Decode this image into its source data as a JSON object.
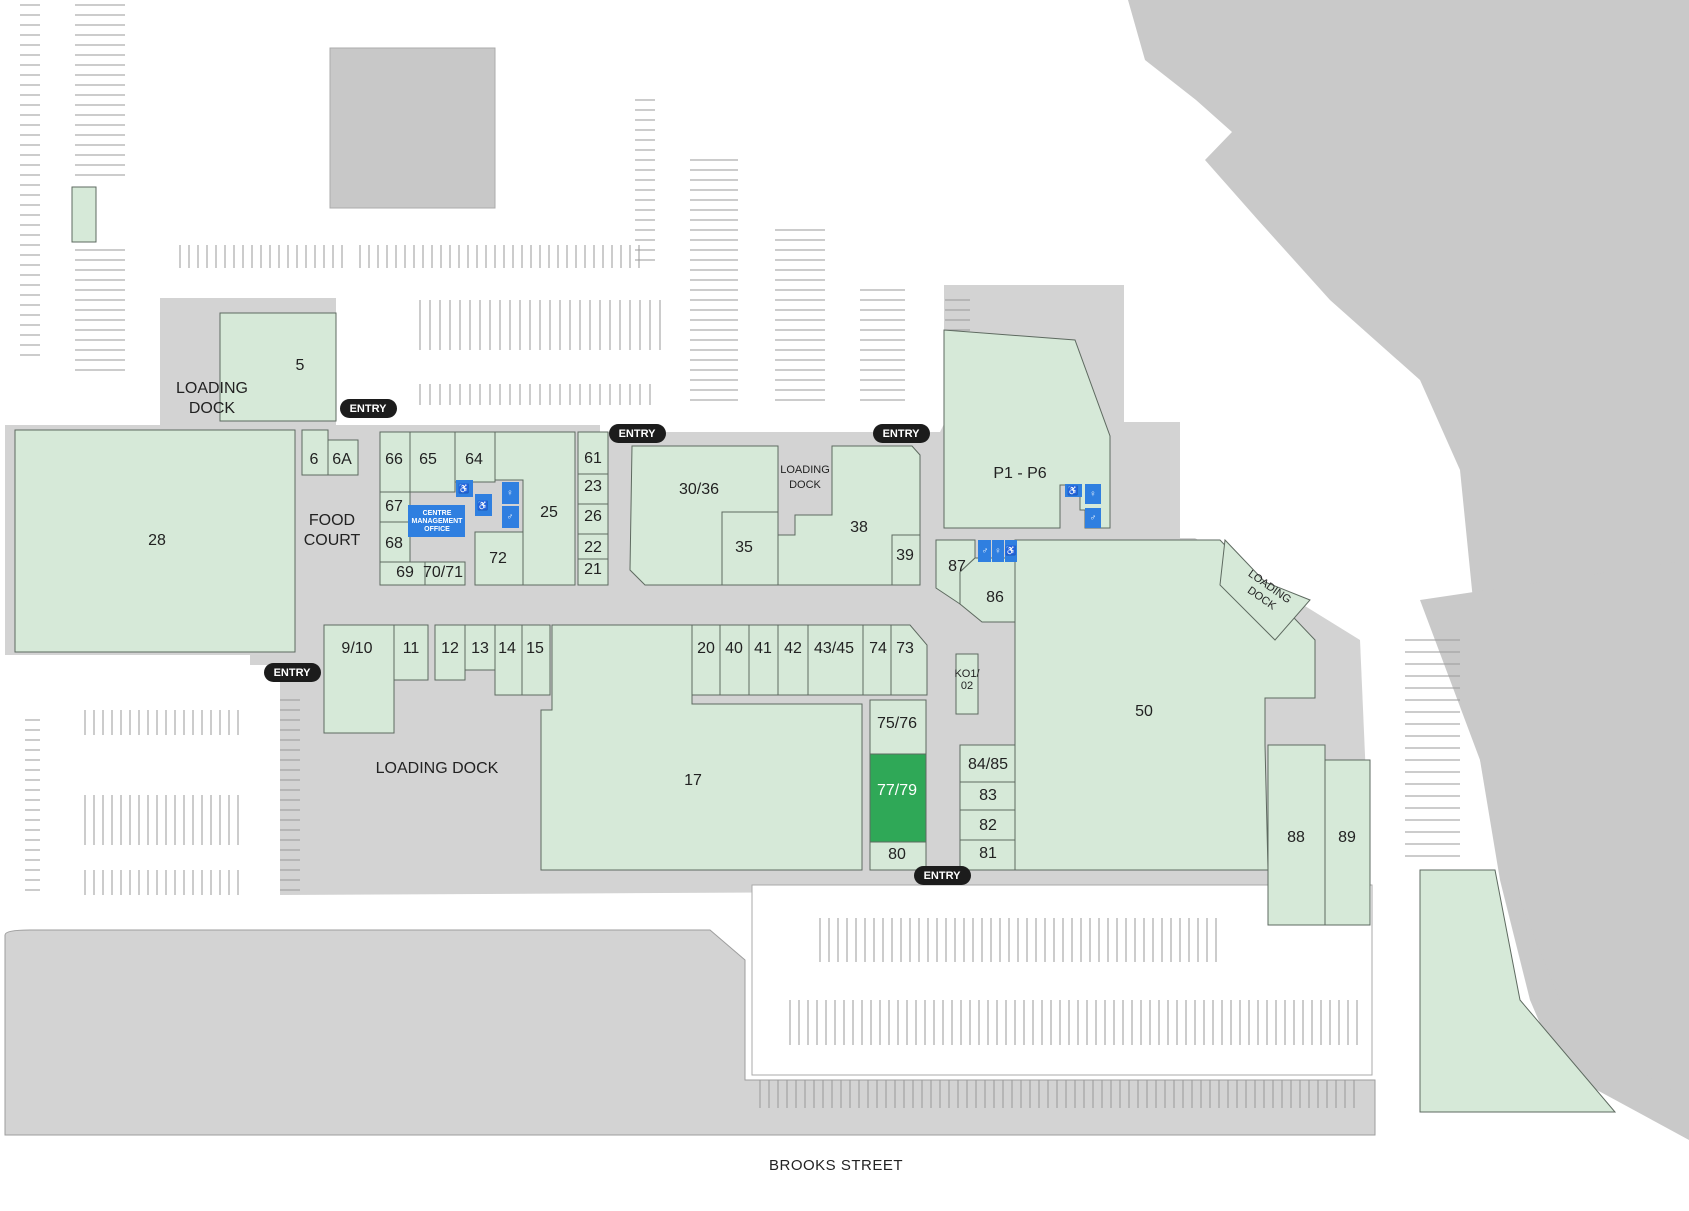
{
  "map": {
    "street_name": "BROOKS STREET",
    "entry_label": "ENTRY",
    "food_court": [
      "FOOD",
      "COURT"
    ],
    "loading_dock_main": "LOADING DOCK",
    "loading_dock_two": [
      "LOADING",
      "DOCK"
    ],
    "loading_dock_small": [
      "LOADING",
      "DOCK"
    ],
    "centre_management": [
      "CENTRE",
      "MANAGEMENT",
      "OFFICE"
    ],
    "highlight_color": "#2fa857",
    "shop_color": "#d6e9d8",
    "amenity_color": "#2f7fe0",
    "tenancies": [
      "5",
      "6",
      "6A",
      "28",
      "66",
      "65",
      "64",
      "67",
      "68",
      "69",
      "70/71",
      "72",
      "25",
      "61",
      "23",
      "26",
      "22",
      "21",
      "30/36",
      "35",
      "38",
      "39",
      "P1 - P6",
      "87",
      "86",
      "50",
      "9/10",
      "11",
      "12",
      "13",
      "14",
      "15",
      "20",
      "40",
      "41",
      "42",
      "43/45",
      "74",
      "73",
      "KO1/",
      "02",
      "75/76",
      "77/79",
      "80",
      "17",
      "84/85",
      "83",
      "82",
      "81",
      "88",
      "89"
    ],
    "highlighted_tenancy": "77/79"
  }
}
